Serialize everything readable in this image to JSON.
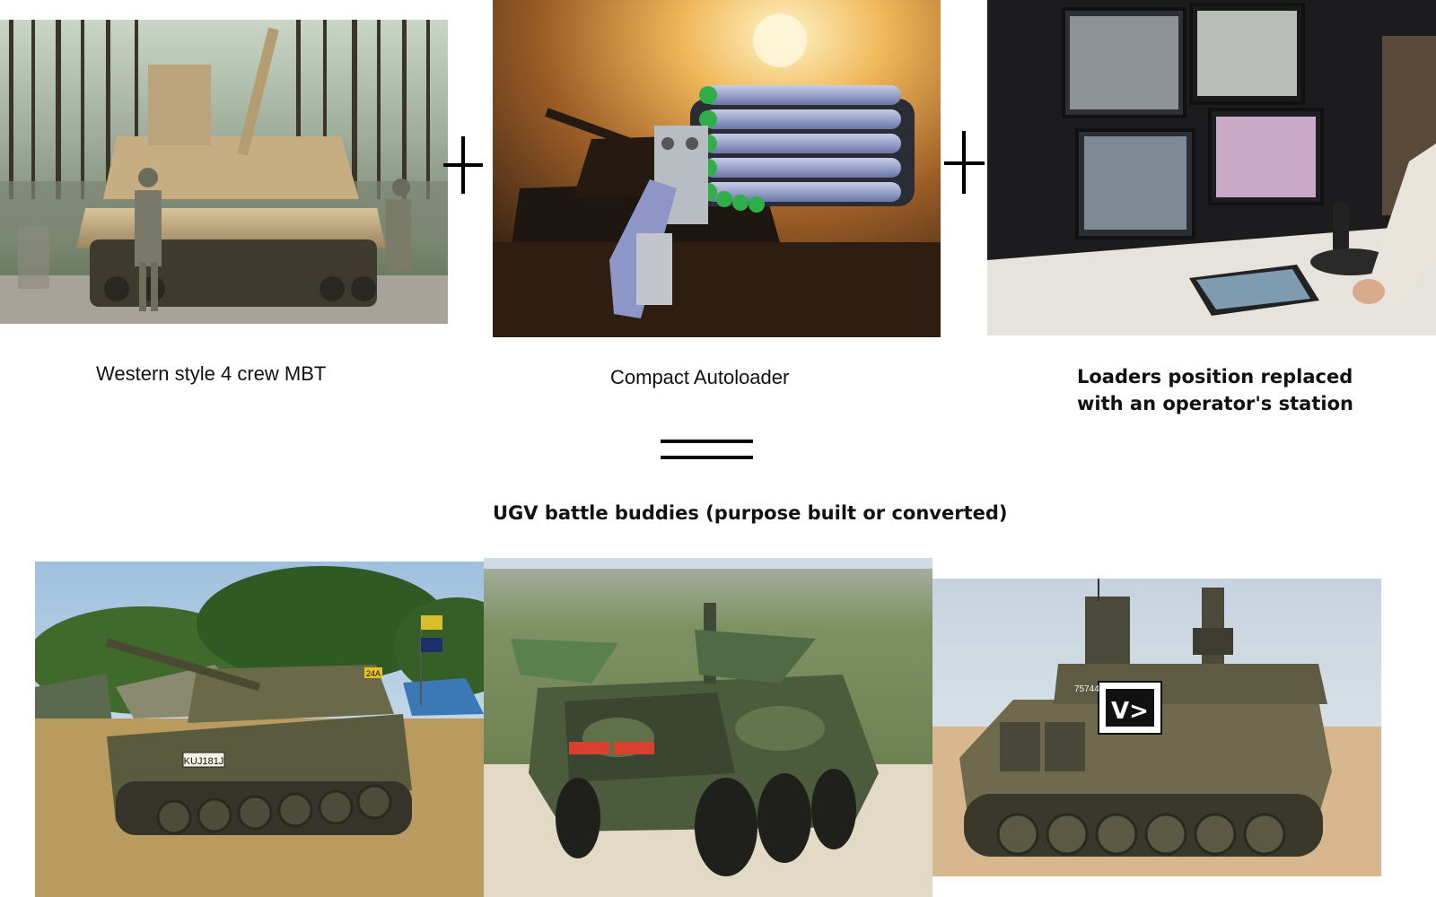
{
  "captions": {
    "mbt": "Western style 4 crew MBT",
    "autoloader": "Compact Autoloader",
    "operator_line1": "Loaders position replaced",
    "operator_line2": "with an operator's station",
    "ugv": "UGV battle buddies (purpose built or converted)"
  },
  "vehicle_markings": {
    "scimitar_plate": "KUJ181J",
    "scimitar_tag": "24A",
    "apc_number": "75744",
    "apc_sign": "V>"
  }
}
